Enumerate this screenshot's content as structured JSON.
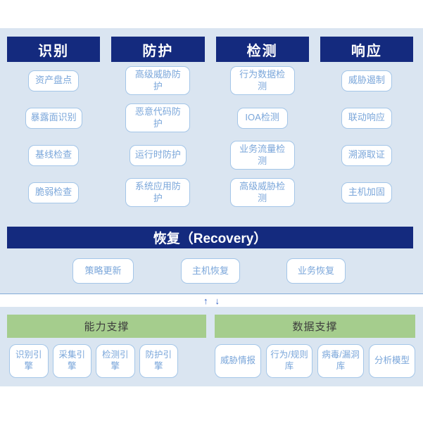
{
  "colors": {
    "panel_bg": "#dae5f1",
    "pillar_navy": "#142a7e",
    "box_border": "#a4c6e8",
    "box_text": "#7aa6da",
    "support_green": "#a5cd8d",
    "arrow_blue": "#2e5fc4"
  },
  "framework": {
    "columns": [
      {
        "header": "识别",
        "items": [
          "资产盘点",
          "暴露面识别",
          "基线检查",
          "脆弱检查"
        ]
      },
      {
        "header": "防护",
        "items": [
          "高级威胁防护",
          "恶意代码防护",
          "运行时防护",
          "系统应用防护"
        ]
      },
      {
        "header": "检测",
        "items": [
          "行为数据检测",
          "IOA检测",
          "业务流量检测",
          "高级威胁检测"
        ]
      },
      {
        "header": "响应",
        "items": [
          "威胁遏制",
          "联动响应",
          "溯源取证",
          "主机加固"
        ]
      }
    ],
    "recovery": {
      "header": "恢复（Recovery）",
      "items": [
        "策略更新",
        "主机恢复",
        "业务恢复"
      ]
    }
  },
  "connectors": {
    "up_arrow": "↑",
    "down_arrow": "↓"
  },
  "support": {
    "groups": [
      {
        "header": "能力支撑",
        "items": [
          "识别引擎",
          "采集引擎",
          "检测引擎",
          "防护引擎"
        ]
      },
      {
        "header": "数据支撑",
        "items": [
          "威胁情报",
          "行为/规则库",
          "病毒/漏洞库",
          "分析模型"
        ]
      }
    ]
  }
}
